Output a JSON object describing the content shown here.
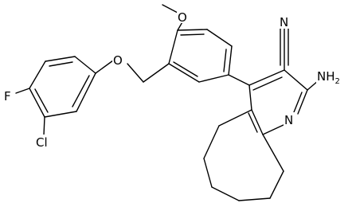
{
  "atoms": {
    "methoxy_o": "O",
    "ether_o": "O",
    "nitrile_n": "N",
    "amino": "NH",
    "amino_sub": "2",
    "pyridine_n": "N",
    "fluorine": "F",
    "chlorine": "Cl"
  },
  "colors": {
    "bond": "#000000",
    "label": "#000000",
    "background": "#ffffff"
  }
}
